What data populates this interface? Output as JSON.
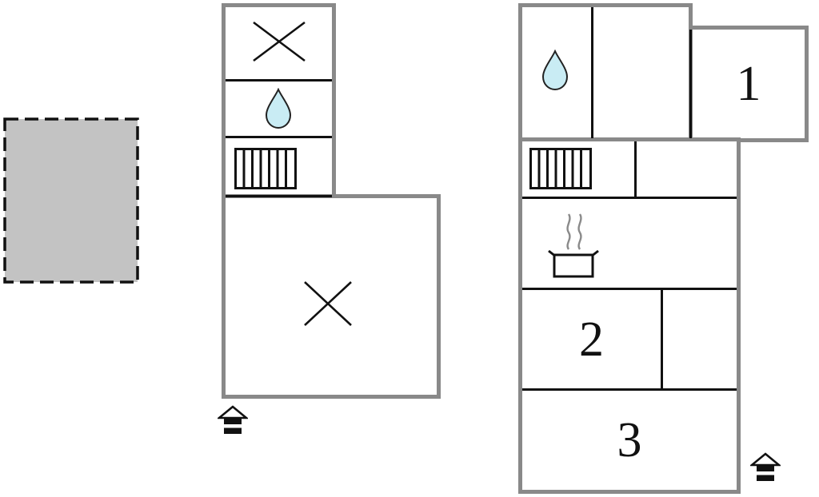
{
  "document": {
    "type": "floor-plan",
    "buildings": 2
  },
  "colors": {
    "background": "#ffffff",
    "outer_wall": "#898989",
    "inner_wall": "#111111",
    "terrace_fill": "#c3c3c3",
    "terrace_border": "#111111",
    "water_drop_fill": "#c9ecf4",
    "water_drop_stroke": "#222222",
    "steam": "#8a8a8a",
    "label_color": "#111111"
  },
  "terrace": {
    "name": "terrace",
    "style": "dashed-outline",
    "label": ""
  },
  "building_left": {
    "name": "left-building",
    "rooms": [
      {
        "name": "upper-room",
        "icon": "x-mark",
        "label": ""
      },
      {
        "name": "bathroom",
        "icon": "water-drop",
        "label": ""
      },
      {
        "name": "staircase",
        "icon": "stairs",
        "label": ""
      },
      {
        "name": "main-room",
        "icon": "x-mark",
        "label": ""
      }
    ],
    "entrance": {
      "icon": "house-entrance"
    }
  },
  "building_right": {
    "name": "right-building",
    "rooms": [
      {
        "name": "bathroom",
        "icon": "water-drop",
        "label": ""
      },
      {
        "name": "hall",
        "icon": "",
        "label": ""
      },
      {
        "name": "room-1",
        "icon": "",
        "label": "1"
      },
      {
        "name": "staircase",
        "icon": "stairs",
        "label": ""
      },
      {
        "name": "storage",
        "icon": "",
        "label": ""
      },
      {
        "name": "kitchen",
        "icon": "cooking-pot",
        "label": ""
      },
      {
        "name": "room-2",
        "icon": "",
        "label": "2"
      },
      {
        "name": "closet",
        "icon": "",
        "label": ""
      },
      {
        "name": "room-3",
        "icon": "",
        "label": "3"
      }
    ],
    "entrance": {
      "icon": "house-entrance"
    }
  }
}
